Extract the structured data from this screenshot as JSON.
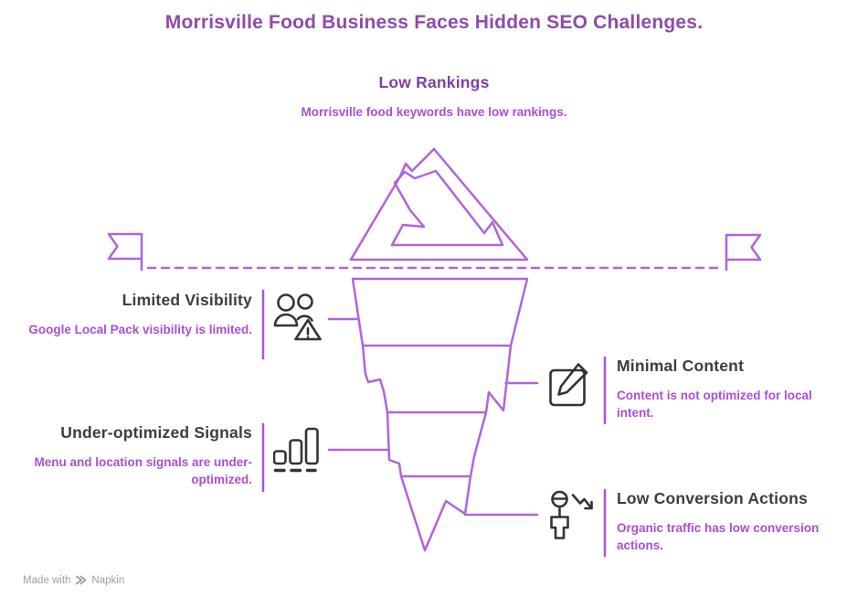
{
  "title": {
    "text": "Morrisville Food Business Faces Hidden SEO Challenges",
    "period": "."
  },
  "top": {
    "heading": "Low Rankings",
    "description": "Morrisville food keywords have low rankings."
  },
  "sections": [
    {
      "heading": "Limited Visibility",
      "description": "Google Local Pack visibility is limited.",
      "side": "left",
      "icon": "users-warning-icon"
    },
    {
      "heading": "Minimal Content",
      "description": "Content is not optimized for local intent.",
      "side": "right",
      "icon": "edit-note-icon"
    },
    {
      "heading": "Under-optimized Signals",
      "description": "Menu and location signals are under-optimized.",
      "side": "left",
      "icon": "bar-chart-icon"
    },
    {
      "heading": "Low Conversion Actions",
      "description": "Organic traffic has low conversion actions.",
      "side": "right",
      "icon": "user-decline-icon"
    }
  ],
  "footer": {
    "made_with": "Made with",
    "brand": "Napkin"
  },
  "colors": {
    "title_purple": "#8e4ca8",
    "period_pink": "#c3308e",
    "line_purple": "#b164d9",
    "divider_purple": "#a855e0",
    "body_text_purple": "#ab4ed8",
    "subheading_purple": "#7c41a6",
    "heading_gray": "#3d3d3d",
    "icon_gray": "#333333",
    "footer_gray": "#9e9e9e"
  }
}
